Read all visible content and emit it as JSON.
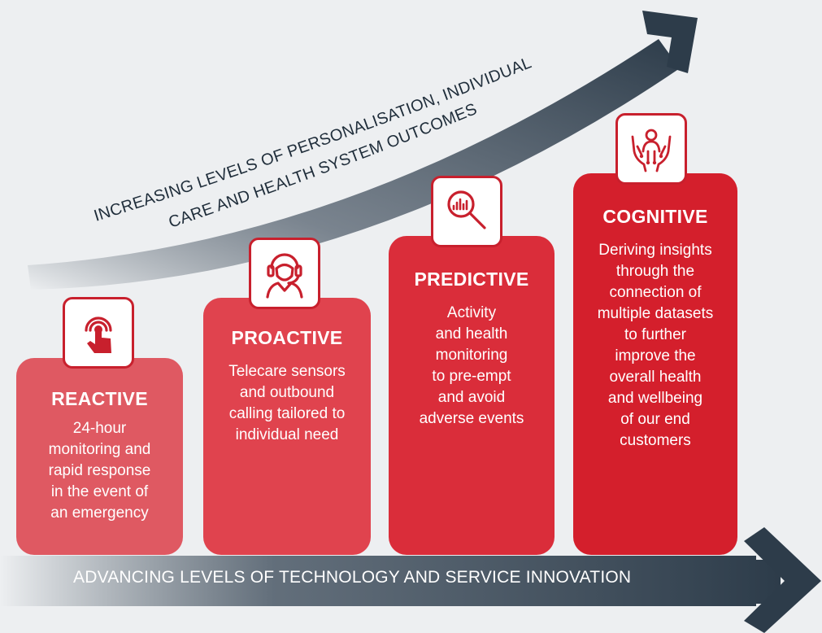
{
  "arrows": {
    "top_line1": "INCREASING LEVELS OF PERSONALISATION, INDIVIDUAL",
    "top_line2": "CARE AND HEALTH SYSTEM OUTCOMES",
    "bottom": "ADVANCING LEVELS OF TECHNOLOGY AND SERVICE INNOVATION"
  },
  "stages": [
    {
      "title": "REACTIVE",
      "description": "24-hour\nmonitoring and\nrapid response\nin the event of\nan emergency",
      "icon": "touch-tap-icon",
      "color": "#df5962"
    },
    {
      "title": "PROACTIVE",
      "description": "Telecare sensors\nand outbound\ncalling tailored to\nindividual need",
      "icon": "headset-agent-icon",
      "color": "#e0434e"
    },
    {
      "title": "PREDICTIVE",
      "description": "Activity\nand health\nmonitoring\nto pre-empt\nand avoid\nadverse events",
      "icon": "magnifier-chart-icon",
      "color": "#da2d3a"
    },
    {
      "title": "COGNITIVE",
      "description": "Deriving insights\nthrough the\nconnection of\nmultiple datasets\nto further\nimprove the\noverall health\nand wellbeing\nof our end\ncustomers",
      "icon": "hands-person-network-icon",
      "color": "#d41f2c"
    }
  ],
  "colors": {
    "background": "#edeff1",
    "arrow_dark": "#2d3c4a",
    "accent_red": "#c8202d"
  }
}
